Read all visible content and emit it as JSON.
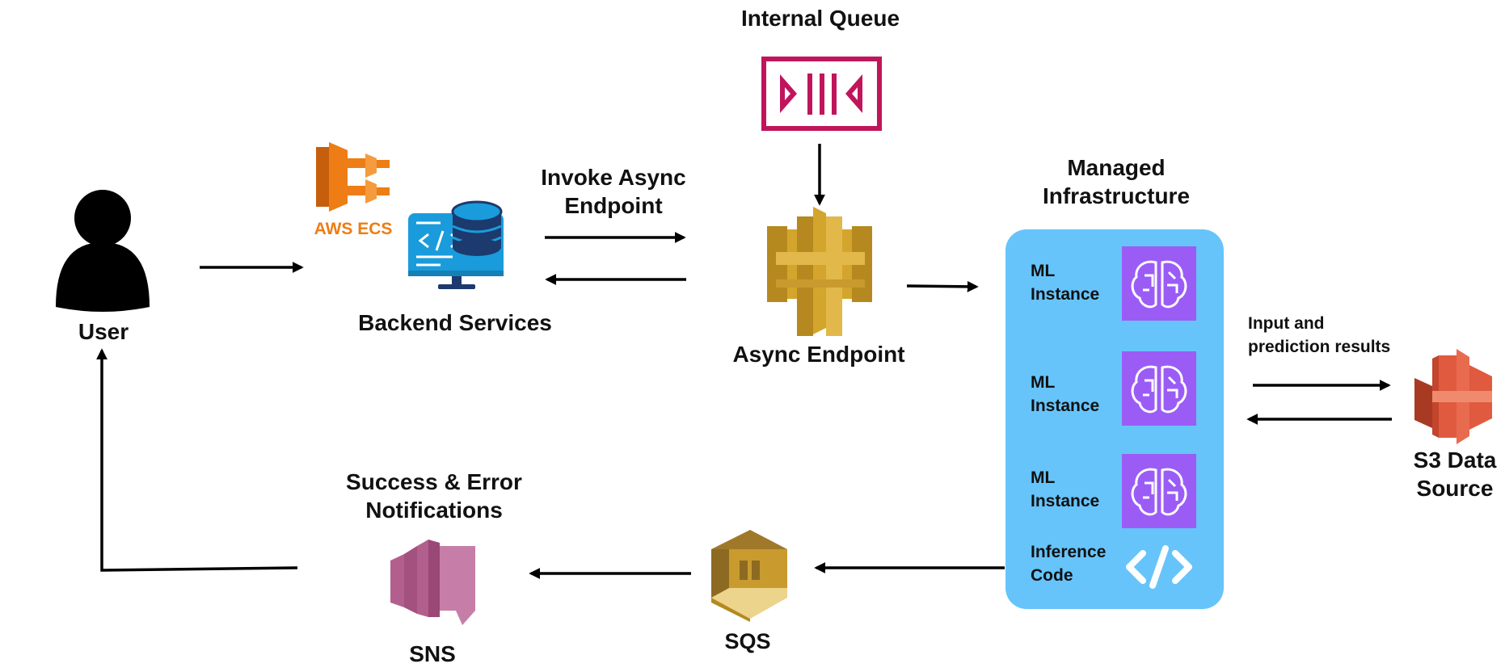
{
  "labels": {
    "user": "User",
    "aws_ecs": "AWS ECS",
    "backend_services": "Backend Services",
    "invoke_async_endpoint": "Invoke Async\nEndpoint",
    "internal_queue": "Internal Queue",
    "async_endpoint": "Async Endpoint",
    "managed_infrastructure": "Managed\nInfrastructure",
    "ml_instance_1": "ML\nInstance",
    "ml_instance_2": "ML\nInstance",
    "ml_instance_3": "ML\nInstance",
    "inference_code": "Inference\nCode",
    "input_prediction": "Input and\nprediction results",
    "s3_data_source": "S3 Data\nSource",
    "sqs": "SQS",
    "success_error": "Success & Error\nNotifications",
    "sns": "SNS"
  },
  "icons": {
    "user": "user-silhouette-icon",
    "ecs": "aws-ecs-icon",
    "backend": "backend-server-database-icon",
    "queue": "internal-queue-icon",
    "endpoint": "api-gateway-icon",
    "ml": "sagemaker-brain-icon",
    "code": "code-brackets-icon",
    "s3": "s3-bucket-icon",
    "sqs": "sqs-icon",
    "sns": "sns-icon"
  },
  "colors": {
    "arrow": "#000000",
    "panel": "#66c4fb",
    "ml_icon_bg": "#9b5cf6",
    "queue_icon": "#c0155c",
    "endpoint_gold": "#d4a52c",
    "ecs_orange": "#ed7d14",
    "backend_blue": "#1a9cdc",
    "backend_navy": "#1c3a6e",
    "s3_red": "#e05a3f",
    "sqs_gold": "#c99a2e",
    "sns_pink": "#c67ea8"
  }
}
